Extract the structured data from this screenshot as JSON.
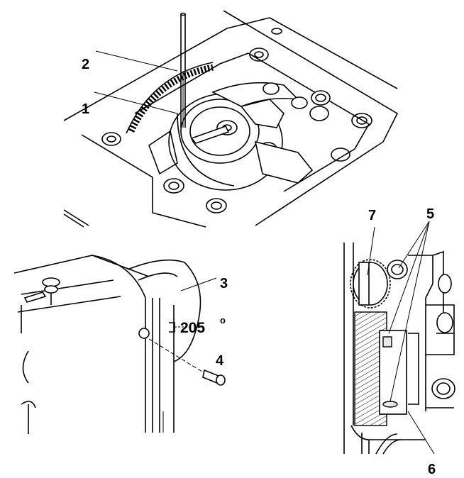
{
  "callouts": {
    "c1": "1",
    "c2": "2",
    "c3": "3",
    "c4": "4",
    "c5": "5",
    "c6": "6",
    "c7": "7"
  },
  "angle": {
    "value": "205",
    "unit": "o"
  },
  "colors": {
    "line": "#000000",
    "background": "#ffffff"
  }
}
